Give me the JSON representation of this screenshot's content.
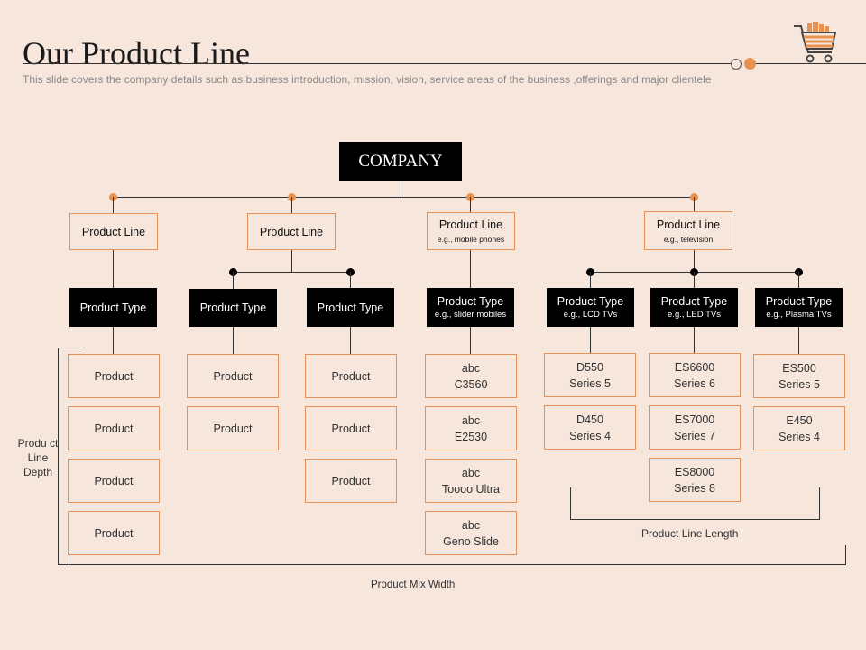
{
  "header": {
    "title": "Our Product Line",
    "subtitle": "This slide covers the company details such as business introduction, mission, vision, service areas of the business ,offerings and major clientele"
  },
  "diagram": {
    "company": "COMPANY",
    "product_lines": [
      {
        "label": "Product Line",
        "sub": ""
      },
      {
        "label": "Product Line",
        "sub": ""
      },
      {
        "label": "Product Line",
        "sub": "e.g., mobile phones"
      },
      {
        "label": "Product Line",
        "sub": "e.g., television"
      }
    ],
    "product_types": [
      {
        "label": "Product Type",
        "sub": ""
      },
      {
        "label": "Product Type",
        "sub": ""
      },
      {
        "label": "Product Type",
        "sub": ""
      },
      {
        "label": "Product Type",
        "sub": "e.g., slider mobiles"
      },
      {
        "label": "Product Type",
        "sub": "e.g., LCD TVs"
      },
      {
        "label": "Product Type",
        "sub": "e.g., LED TVs"
      },
      {
        "label": "Product Type",
        "sub": "e.g., Plasma  TVs"
      }
    ],
    "products": {
      "col1": [
        "Product",
        "Product",
        "Product",
        "Product"
      ],
      "col2": [
        "Product",
        "Product"
      ],
      "col3": [
        "Product",
        "Product",
        "Product"
      ],
      "col4": [
        {
          "l1": "abc",
          "l2": "C3560"
        },
        {
          "l1": "abc",
          "l2": "E2530"
        },
        {
          "l1": "abc",
          "l2": "Toooo Ultra"
        },
        {
          "l1": "abc",
          "l2": "Geno Slide"
        }
      ],
      "col5": [
        {
          "l1": "D550",
          "l2": "Series 5"
        },
        {
          "l1": "D450",
          "l2": "Series 4"
        }
      ],
      "col6": [
        {
          "l1": "ES6600",
          "l2": "Series 6"
        },
        {
          "l1": "ES7000",
          "l2": "Series 7"
        },
        {
          "l1": "ES8000",
          "l2": "Series 8"
        }
      ],
      "col7": [
        {
          "l1": "ES500",
          "l2": "Series 5"
        },
        {
          "l1": "E450",
          "l2": "Series 4"
        }
      ]
    },
    "labels": {
      "depth": "Produ ct Line Depth",
      "length": "Product Line Length",
      "width": "Product Mix Width"
    }
  },
  "icons": {
    "cart": "shopping-cart-icon"
  },
  "colors": {
    "background": "#f7e6dc",
    "accent": "#e8924f",
    "box_border": "#e0925a"
  }
}
